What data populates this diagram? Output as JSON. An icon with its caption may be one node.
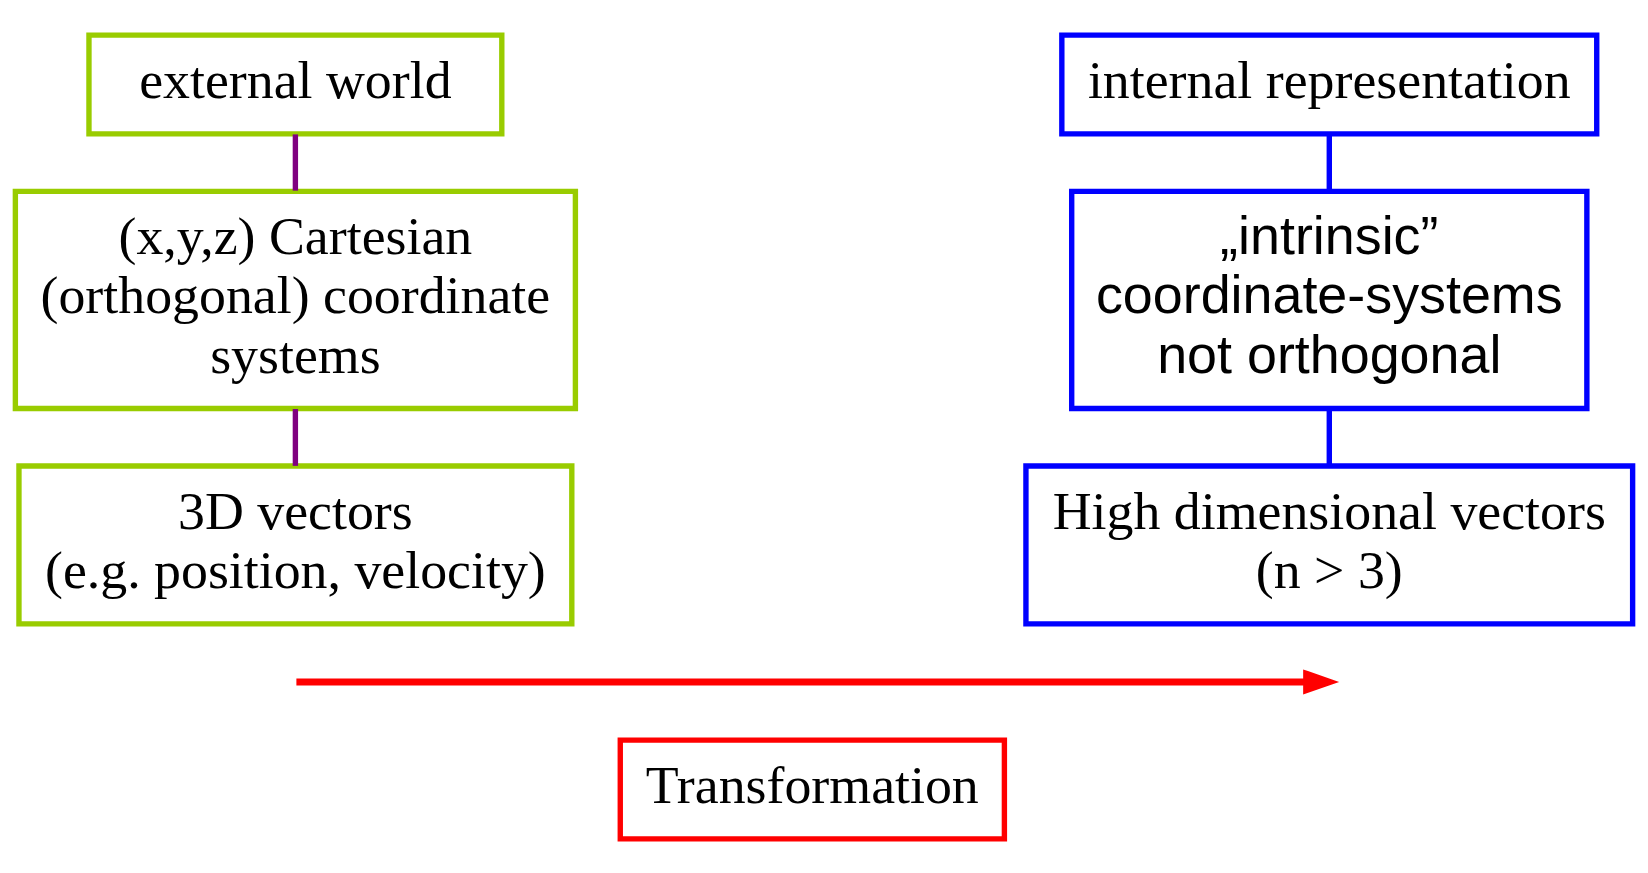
{
  "diagram": {
    "nodes": [
      {
        "text": [
          "external world"
        ]
      },
      {
        "text": [
          "(x,y,z) Cartesian (orthogonal) coordinate systems"
        ]
      },
      {
        "text": [
          "3D vectors (e.g. position, velocity)"
        ]
      },
      {
        "text": [
          "internal representation"
        ]
      },
      {
        "text": [
          "„intrinsic” coordinate-systems not orthogonal"
        ]
      },
      {
        "text": [
          "High dimensional vectors (n > 3)"
        ]
      },
      {
        "text": [
          "Transformation"
        ]
      }
    ],
    "edges": [
      {
        "from": 0,
        "to": 1,
        "arrow": "none",
        "color": "#800080"
      },
      {
        "from": 1,
        "to": 2,
        "arrow": "none",
        "color": "#800080"
      },
      {
        "from": 3,
        "to": 4,
        "arrow": "none",
        "color": "#0000ff"
      },
      {
        "from": 4,
        "to": 5,
        "arrow": "none",
        "color": "#0000ff"
      }
    ]
  }
}
